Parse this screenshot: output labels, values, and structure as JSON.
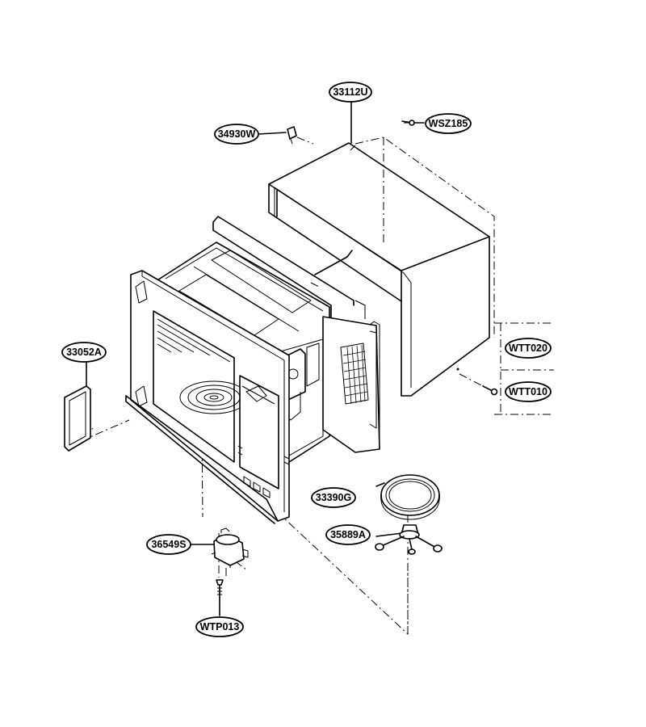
{
  "parts": {
    "p33112U": "33112U",
    "p34930W": "34930W",
    "pWSZ185": "WSZ185",
    "pWTT020": "WTT020",
    "pWTT010": "WTT010",
    "p33052A": "33052A",
    "p33390G": "33390G",
    "p35889A": "35889A",
    "p36549S": "36549S",
    "pWTP013": "WTP013"
  }
}
